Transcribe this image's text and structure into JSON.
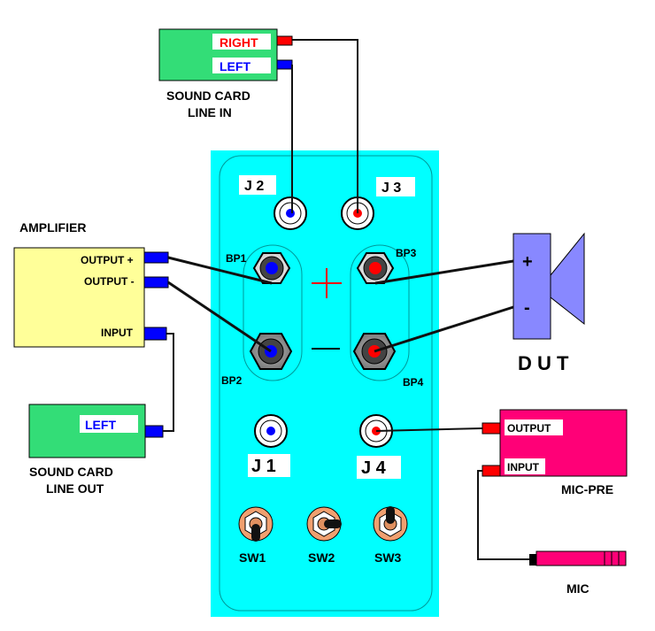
{
  "sound_card_in": {
    "right_label": "RIGHT",
    "left_label": "LEFT",
    "caption_line1": "SOUND CARD",
    "caption_line2": "LINE IN"
  },
  "sound_card_out": {
    "left_label": "LEFT",
    "caption_line1": "SOUND CARD",
    "caption_line2": "LINE OUT"
  },
  "amplifier": {
    "title": "AMPLIFIER",
    "output_plus": "OUTPUT +",
    "output_minus": "OUTPUT -",
    "input": "INPUT"
  },
  "panel": {
    "j1": "J 1",
    "j2": "J 2",
    "j3": "J 3",
    "j4": "J 4",
    "bp1": "BP1",
    "bp2": "BP2",
    "bp3": "BP3",
    "bp4": "BP4",
    "sw1": "SW1",
    "sw2": "SW2",
    "sw3": "SW3"
  },
  "dut": {
    "plus": "+",
    "minus": "-",
    "label": "D U T"
  },
  "mic_pre": {
    "output": "OUTPUT",
    "input": "INPUT",
    "label": "MIC-PRE"
  },
  "mic": {
    "label": "MIC"
  },
  "colors": {
    "panel": "#00ffff",
    "sound_card": "#33dd77",
    "amplifier": "#ffff99",
    "mic_pre": "#ff0077",
    "speaker": "#8888ff",
    "red_jack": "#ff0000",
    "blue_jack": "#0000ff"
  }
}
